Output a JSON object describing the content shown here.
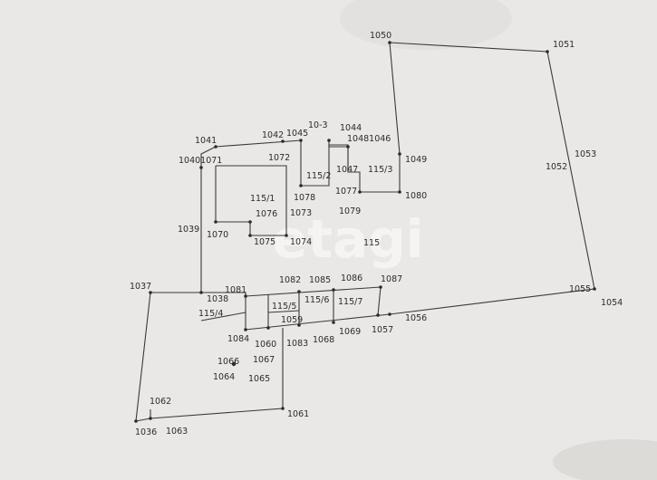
{
  "watermark": "etagi",
  "line_color": "#3a3a3a",
  "labels": [
    {
      "id": "l1050",
      "text": "1050"
    },
    {
      "id": "l1051",
      "text": "1051"
    },
    {
      "id": "l1041",
      "text": "1041"
    },
    {
      "id": "l1042",
      "text": "1042"
    },
    {
      "id": "l1045",
      "text": "1045"
    },
    {
      "id": "l1043",
      "text": "10-3"
    },
    {
      "id": "l1044",
      "text": "1044"
    },
    {
      "id": "l1048",
      "text": "10481046"
    },
    {
      "id": "l1049",
      "text": "1049"
    },
    {
      "id": "l1053",
      "text": "1053"
    },
    {
      "id": "l1040",
      "text": "10401071"
    },
    {
      "id": "l1072",
      "text": "1072"
    },
    {
      "id": "l115_2",
      "text": "115/2"
    },
    {
      "id": "l1047",
      "text": "1047"
    },
    {
      "id": "l115_3",
      "text": "115/3"
    },
    {
      "id": "l1052",
      "text": "1052"
    },
    {
      "id": "l115_1",
      "text": "115/1"
    },
    {
      "id": "l1078",
      "text": "1078"
    },
    {
      "id": "l1077",
      "text": "1077"
    },
    {
      "id": "l1080",
      "text": "1080"
    },
    {
      "id": "l1076",
      "text": "1076"
    },
    {
      "id": "l1073",
      "text": "1073"
    },
    {
      "id": "l1079",
      "text": "1079"
    },
    {
      "id": "l1039",
      "text": "1039"
    },
    {
      "id": "l1070",
      "text": "1070"
    },
    {
      "id": "l1075",
      "text": "1075"
    },
    {
      "id": "l1074",
      "text": "1074"
    },
    {
      "id": "l115",
      "text": "115"
    },
    {
      "id": "l1082",
      "text": "1082"
    },
    {
      "id": "l1085",
      "text": "1085"
    },
    {
      "id": "l1086",
      "text": "1086"
    },
    {
      "id": "l1087",
      "text": "1087"
    },
    {
      "id": "l1037",
      "text": "1037"
    },
    {
      "id": "l1081",
      "text": "1081"
    },
    {
      "id": "l1038",
      "text": "1038"
    },
    {
      "id": "l1055",
      "text": "1055"
    },
    {
      "id": "l1054",
      "text": "1054"
    },
    {
      "id": "l115_5",
      "text": "115/5"
    },
    {
      "id": "l115_6",
      "text": "115/6"
    },
    {
      "id": "l115_7",
      "text": "115/7"
    },
    {
      "id": "l115_4",
      "text": "115/4"
    },
    {
      "id": "l1059",
      "text": "1059"
    },
    {
      "id": "l1056",
      "text": "1056"
    },
    {
      "id": "l1069",
      "text": "1069"
    },
    {
      "id": "l1057",
      "text": "1057"
    },
    {
      "id": "l1084",
      "text": "1084"
    },
    {
      "id": "l1060",
      "text": "1060"
    },
    {
      "id": "l1083",
      "text": "1083"
    },
    {
      "id": "l1068",
      "text": "1068"
    },
    {
      "id": "l1066",
      "text": "1066"
    },
    {
      "id": "l1067",
      "text": "1067"
    },
    {
      "id": "l1064",
      "text": "1064"
    },
    {
      "id": "l1065",
      "text": "1065"
    },
    {
      "id": "l1062",
      "text": "1062"
    },
    {
      "id": "l1061",
      "text": "1061"
    },
    {
      "id": "l1036",
      "text": "1036"
    },
    {
      "id": "l1063",
      "text": "1063"
    }
  ]
}
